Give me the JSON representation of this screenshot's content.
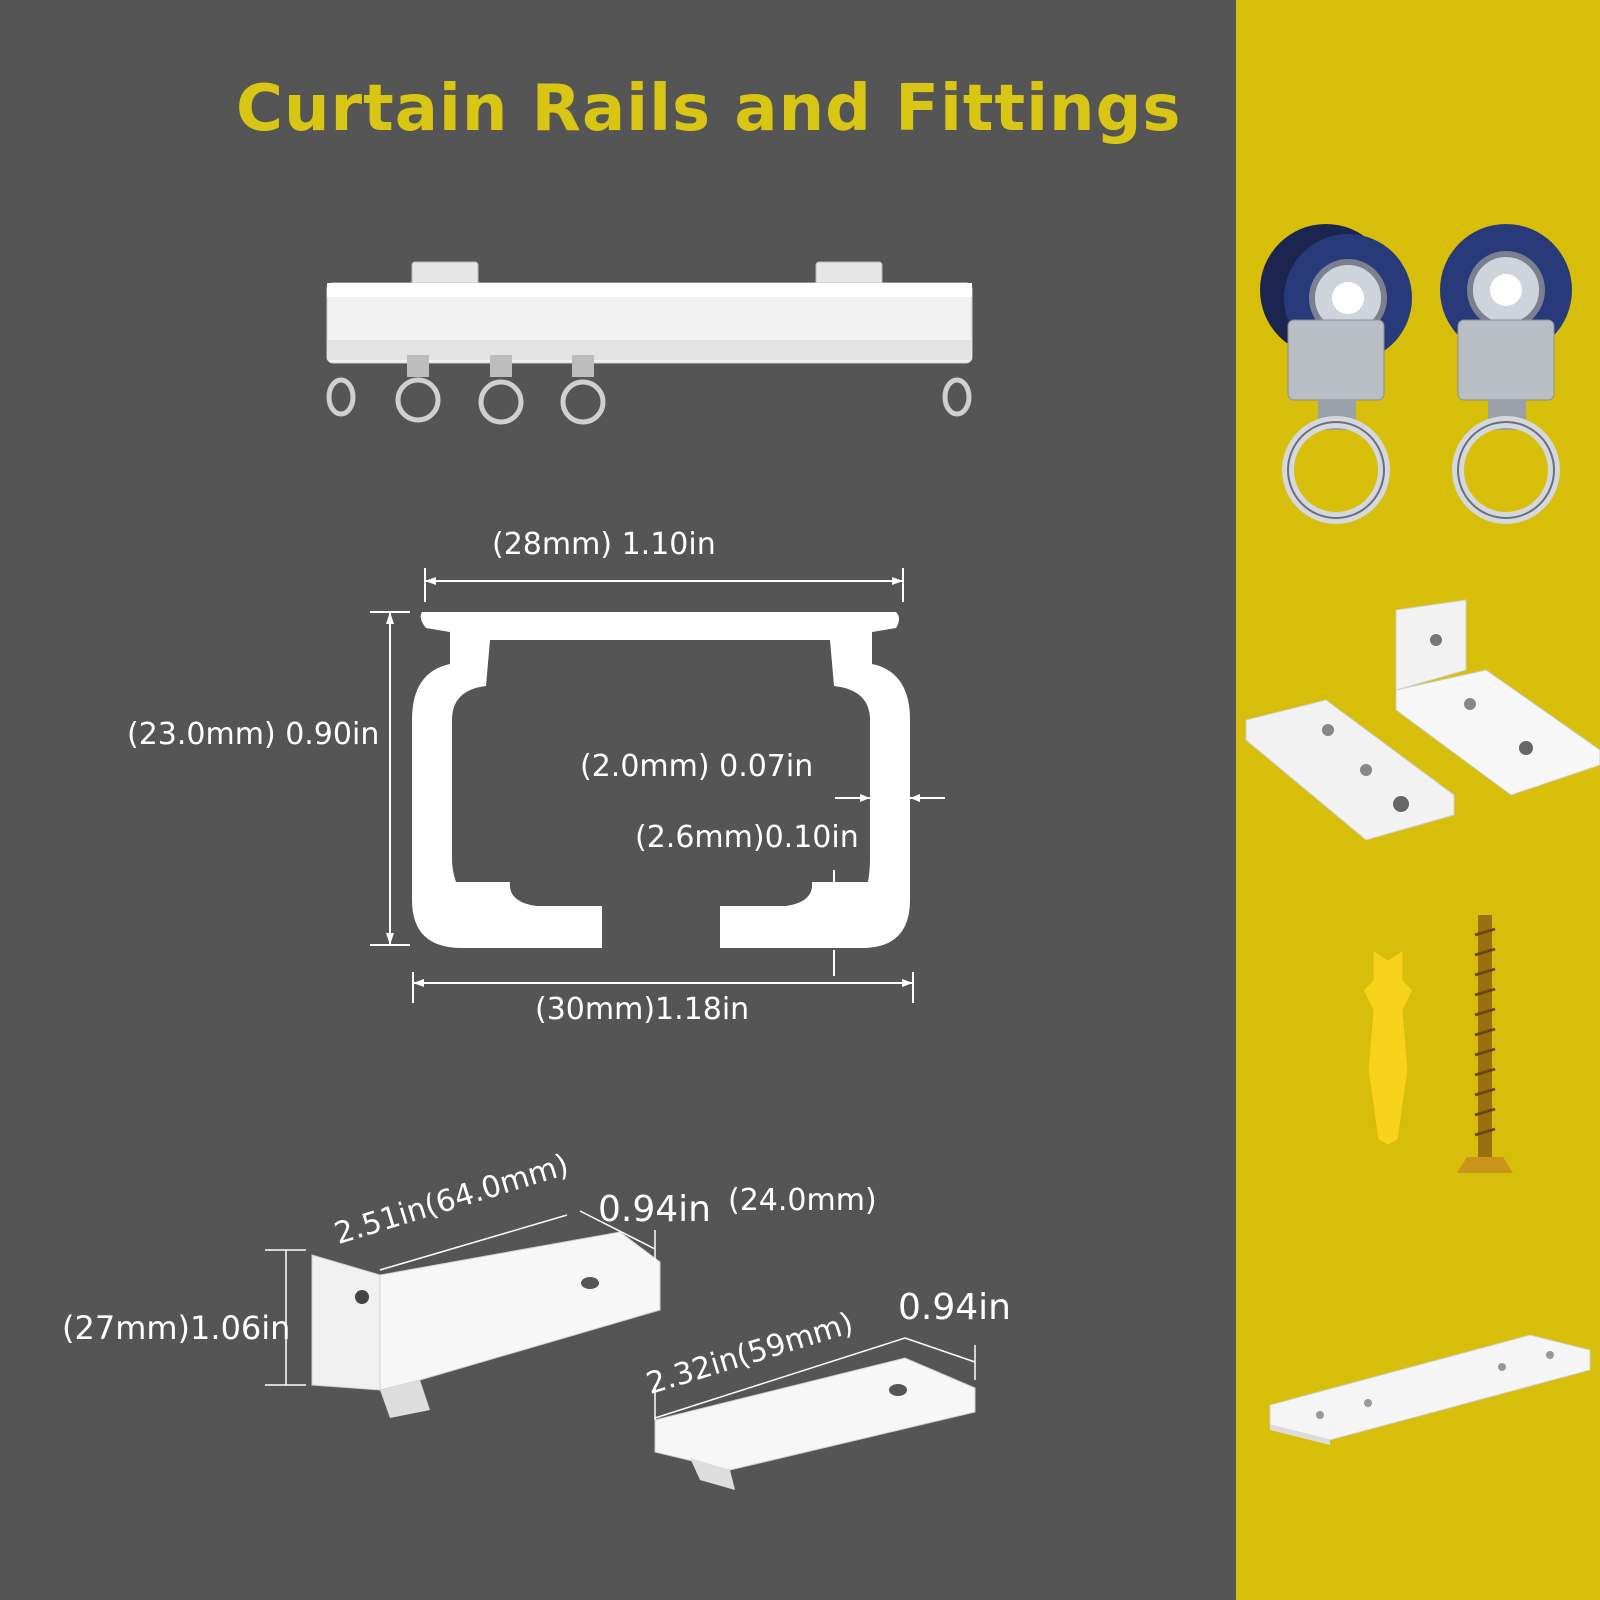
{
  "title": "Curtain Rails and Fittings",
  "colors": {
    "background_left": "#555555",
    "background_right": "#d6be0a",
    "title": "#d9c614",
    "dimension_text": "#ffffff"
  },
  "profile_dimensions": {
    "top_width": "(28mm)  1.10in",
    "height": "(23.0mm) 0.90in",
    "wall_thickness": "(2.0mm) 0.07in",
    "lip_thickness": "(2.6mm)0.10in",
    "bottom_width": "(30mm)1.18in"
  },
  "bracket_dimensions": {
    "long_length": "2.51in(64.0mm)",
    "long_width_in": "0.94in",
    "long_width_mm": "(24.0mm)",
    "height": "(27mm)1.06in",
    "short_length": "2.32in(59mm)",
    "short_width": "0.94in"
  },
  "icons": {
    "rail_assembly": "curtain-rail-assembly",
    "gliders": "roller-glider-icon",
    "brackets": "ceiling-bracket-icon",
    "anchor": "wall-plug-icon",
    "screw": "screw-icon",
    "plate": "mounting-plate-icon"
  }
}
